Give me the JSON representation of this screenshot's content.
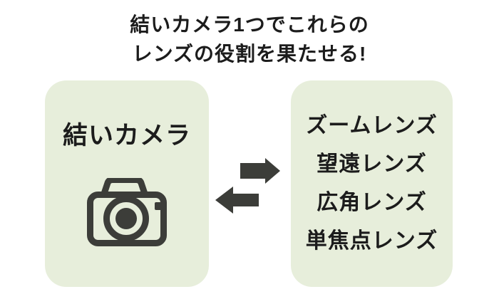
{
  "title": {
    "line1": "結いカメラ1つでこれらの",
    "line2": "レンズの役割を果たせる!"
  },
  "left_box": {
    "label": "結いカメラ",
    "icon": "camera-icon"
  },
  "right_box": {
    "lenses": [
      "ズームレンズ",
      "望遠レンズ",
      "広角レンズ",
      "単焦点レンズ"
    ]
  },
  "arrows": {
    "right_icon": "arrow-right-icon",
    "left_icon": "arrow-left-icon"
  },
  "colors": {
    "background": "#ffffff",
    "box_fill": "#e7eedb",
    "text": "#1c1c1c",
    "icon_and_arrows": "#3c3d39"
  }
}
